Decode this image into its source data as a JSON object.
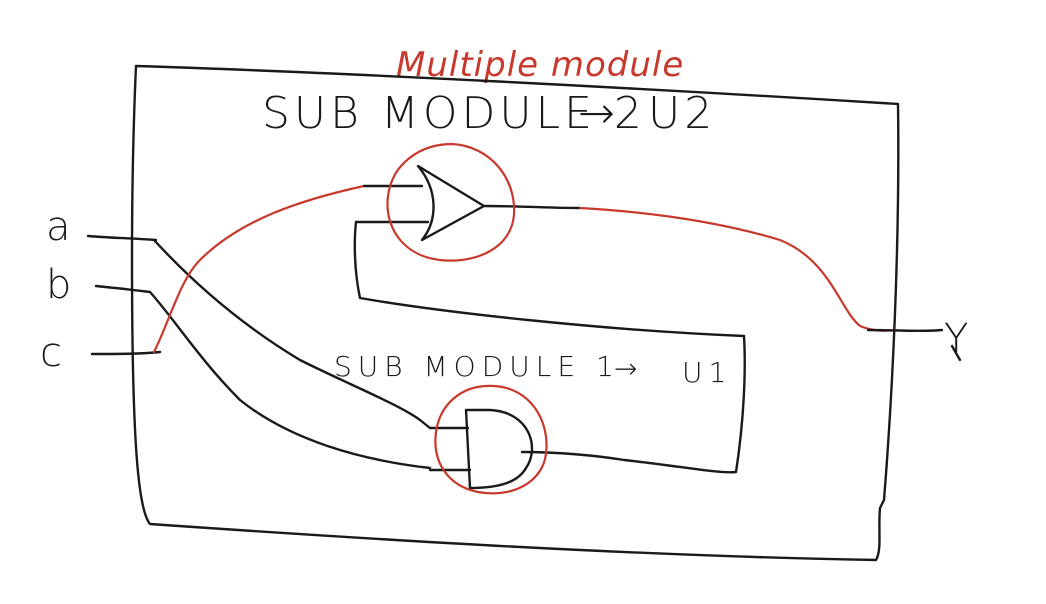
{
  "title": "Multiple module",
  "sub_module_2": {
    "label": "SUB MODULE 2",
    "arrow": "→",
    "instance": "U2"
  },
  "sub_module_1": {
    "label": "SUB MODULE 1",
    "arrow": "→",
    "instance": "U1"
  },
  "inputs": {
    "a": "a",
    "b": "b",
    "c": "c"
  },
  "output": {
    "y": "Y"
  },
  "colors": {
    "ink": "#1a1a1a",
    "red_ink": "#c8382c",
    "background": "#ffffff"
  }
}
